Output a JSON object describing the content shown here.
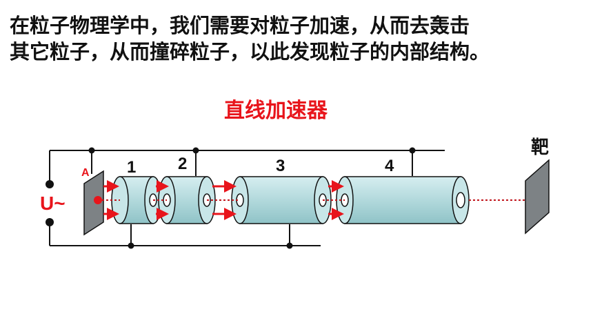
{
  "intro": {
    "line1": "在粒子物理学中，我们需要对粒子加速，从而去轰击",
    "line2": "其它粒子，从而撞碎粒子，以此发现粒子的内部结构。"
  },
  "diagram": {
    "title": "直线加速器",
    "electrode_label": "A",
    "source_label": "U~",
    "target_label": "靶",
    "tube_labels": [
      "1",
      "2",
      "3",
      "4"
    ]
  },
  "colors": {
    "title": "#e8141b",
    "tube_fill": "#b2d9dc",
    "arrow": "#e8141b",
    "wire": "#111111"
  }
}
